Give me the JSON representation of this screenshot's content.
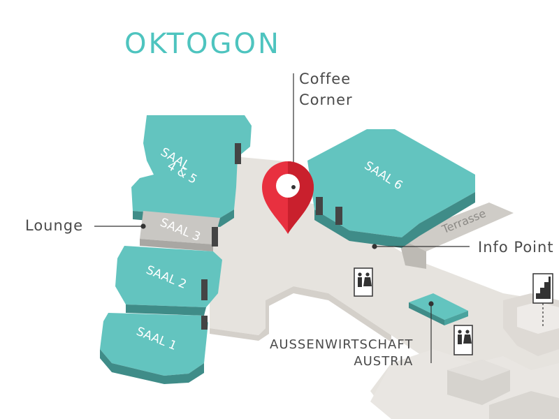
{
  "title": "OKTOGON",
  "labels": {
    "coffee_line1": "Coffee",
    "coffee_line2": "Corner",
    "lounge": "Lounge",
    "info_point": "Info Point",
    "aussen_line1": "AUSSENWIRTSCHAFT",
    "aussen_line2": "AUSTRIA"
  },
  "rooms": {
    "saal45_line1": "SAAL",
    "saal45_line2": "4 & 5",
    "saal3": "SAAL 3",
    "saal2": "SAAL 2",
    "saal1": "SAAL 1",
    "saal6": "SAAL 6",
    "terrasse": "Terrasse"
  },
  "colors": {
    "teal_top": "#63c4bf",
    "teal_side": "#3f8c88",
    "floor": "#e6e3de",
    "grey_room": "#c9c7c3",
    "marker": "#e8303f",
    "title": "#4ec4bf"
  },
  "icons": [
    "location-pin-icon",
    "restroom-icon",
    "stairs-icon"
  ]
}
